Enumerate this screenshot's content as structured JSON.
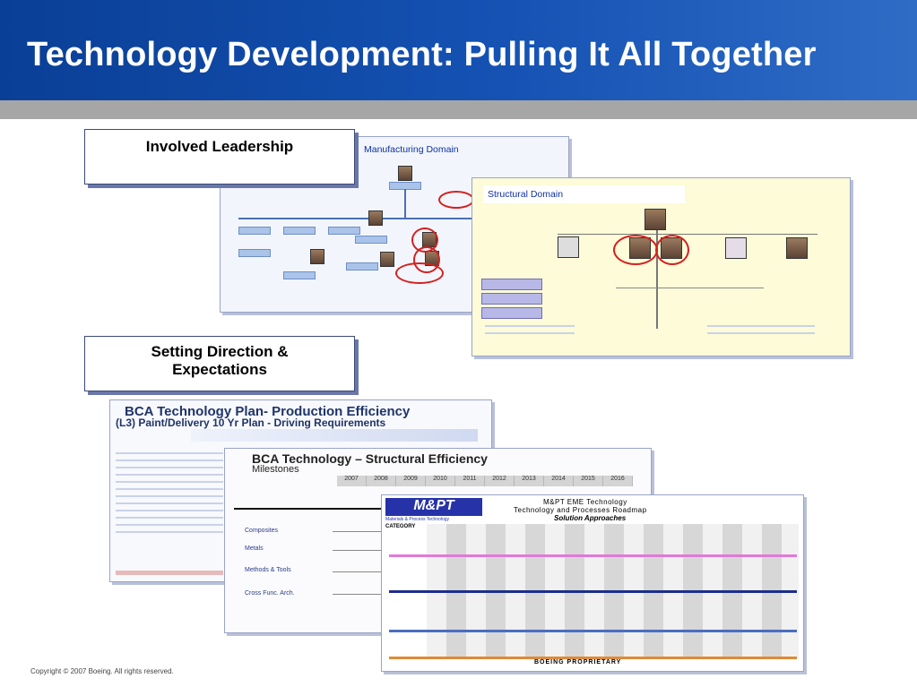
{
  "slide": {
    "title": "Technology Development: Pulling It All Together",
    "copyright": "Copyright © 2007 Boeing. All rights reserved."
  },
  "callouts": {
    "leadership": "Involved Leadership",
    "direction_line1": "Setting Direction &",
    "direction_line2": "Expectations"
  },
  "manufacturing": {
    "label": "Manufacturing Domain"
  },
  "structural": {
    "label": "Structural Domain"
  },
  "production": {
    "title": "BCA Technology Plan- Production Efficiency",
    "subtitle": "(L3) Paint/Delivery 10 Yr Plan - Driving Requirements"
  },
  "structural_eff": {
    "title": "BCA Technology – Structural Efficiency",
    "subtitle": "Milestones",
    "years": [
      "2007",
      "2008",
      "2009",
      "2010",
      "2011",
      "2012",
      "2013",
      "2014",
      "2015",
      "2016"
    ],
    "rows": [
      "Composites",
      "Metals",
      "Methods & Tools",
      "Cross Func. Arch."
    ]
  },
  "mpt": {
    "logo": "M&PT",
    "logo_sub": "Materials & Process Technology",
    "title1": "M&PT EME Technology",
    "title2": "Technology and Processes Roadmap",
    "title3": "Solution Approaches",
    "category": "CATEGORY",
    "footer": "BOEING PROPRIETARY"
  },
  "colors": {
    "header_blue": "#1552b3",
    "band_gray": "#a6a6a6",
    "accent_red": "#d42020"
  }
}
